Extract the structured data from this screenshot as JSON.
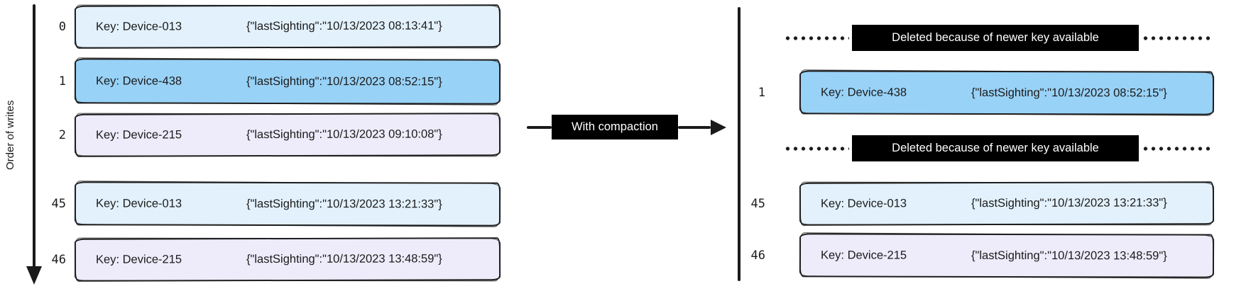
{
  "colors": {
    "light_blue_record": "#e2f1fc",
    "medium_blue_record": "#99d2f7",
    "lavender_record": "#eeebfa",
    "black_label_box": "#000000",
    "ink": "#1b1b1b",
    "label_text": "#ffffff"
  },
  "left_panel": {
    "axis_label": "Order of writes",
    "rows": [
      {
        "index": "0",
        "key": "Key: Device-013",
        "value": "{\"lastSighting\":\"10/13/2023 08:13:41\"}",
        "tone": "light-blue"
      },
      {
        "index": "1",
        "key": "Key: Device-438",
        "value": "{\"lastSighting\":\"10/13/2023 08:52:15\"}",
        "tone": "medium-blue"
      },
      {
        "index": "2",
        "key": "Key: Device-215",
        "value": "{\"lastSighting\":\"10/13/2023 09:10:08\"}",
        "tone": "lavender"
      },
      {
        "index": "45",
        "key": "Key: Device-013",
        "value": "{\"lastSighting\":\"10/13/2023 13:21:33\"}",
        "tone": "light-blue"
      },
      {
        "index": "46",
        "key": "Key: Device-215",
        "value": "{\"lastSighting\":\"10/13/2023 13:48:59\"}",
        "tone": "lavender"
      }
    ]
  },
  "connector": {
    "label": "With compaction"
  },
  "right_panel": {
    "deleted_rows": [
      {
        "label": "Deleted because of newer key available"
      },
      {
        "label": "Deleted because of newer key available"
      }
    ],
    "rows": [
      {
        "index": "1",
        "key": "Key: Device-438",
        "value": "{\"lastSighting\":\"10/13/2023 08:52:15\"}",
        "tone": "medium-blue"
      },
      {
        "index": "45",
        "key": "Key: Device-013",
        "value": "{\"lastSighting\":\"10/13/2023 13:21:33\"}",
        "tone": "light-blue"
      },
      {
        "index": "46",
        "key": "Key: Device-215",
        "value": "{\"lastSighting\":\"10/13/2023 13:48:59\"}",
        "tone": "lavender"
      }
    ]
  }
}
